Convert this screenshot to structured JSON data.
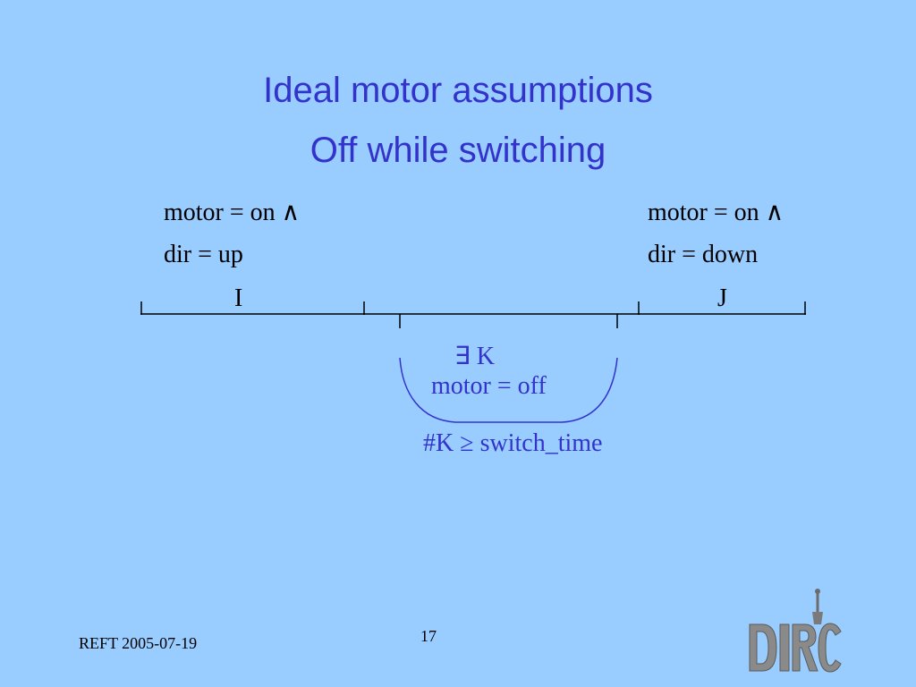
{
  "slide": {
    "title": "Ideal motor assumptions",
    "subtitle": "Off while switching",
    "footer_left": "REFT 2005-07-19",
    "page_number": "17",
    "logo_text": "DIRC"
  },
  "diagram": {
    "left_cond_1": "motor = on ∧",
    "left_cond_2": "dir = up",
    "right_cond_1": "motor = on ∧",
    "right_cond_2": "dir = down",
    "interval_i": "I",
    "interval_j": "J",
    "exists_k": "∃  K",
    "k_cond": "motor = off",
    "k_constraint": "#K ≥ switch_time"
  },
  "colors": {
    "background": "#99CCFF",
    "accent": "#3333CC",
    "text": "#000000"
  }
}
